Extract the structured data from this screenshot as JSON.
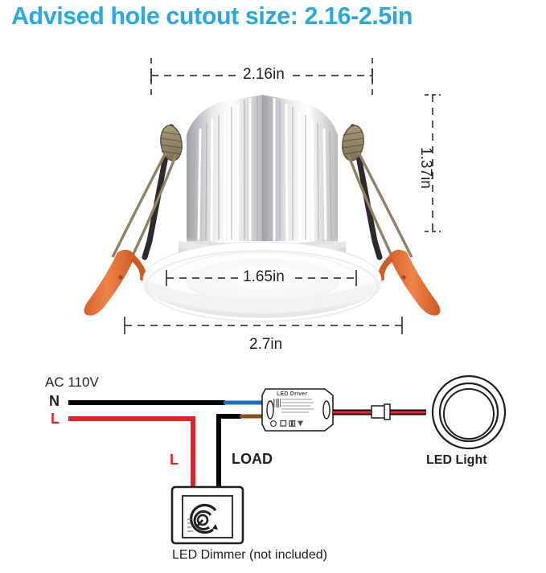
{
  "title": "Advised hole cutout size: 2.16-2.5in",
  "colors": {
    "title_blue": "#29a9e1",
    "wire_live": "#e52128",
    "wire_neutral": "#000000",
    "wire_blue": "#1b6ec2",
    "wire_brown": "#8a4b1e",
    "clip_orange": "#e8703a",
    "ink": "#231f20"
  },
  "dimensions": {
    "top_width": "2.16in",
    "height": "1.37in",
    "inner_diameter": "1.65in",
    "outer_diameter": "2.7in"
  },
  "product": {
    "name": "recessed-led-downlight",
    "parts": [
      "heatsink-fins",
      "white-housing",
      "trim-ring",
      "light-aperture",
      "spring-clip-left",
      "spring-clip-right"
    ]
  },
  "wiring": {
    "supply_label": "AC 110V",
    "neutral_label": "N",
    "live_label": "L",
    "live_branch_label": "L",
    "load_label": "LOAD",
    "driver_label": "LED Driver",
    "light_label": "LED Light",
    "dimmer_label": "LED Dimmer (not included)"
  }
}
